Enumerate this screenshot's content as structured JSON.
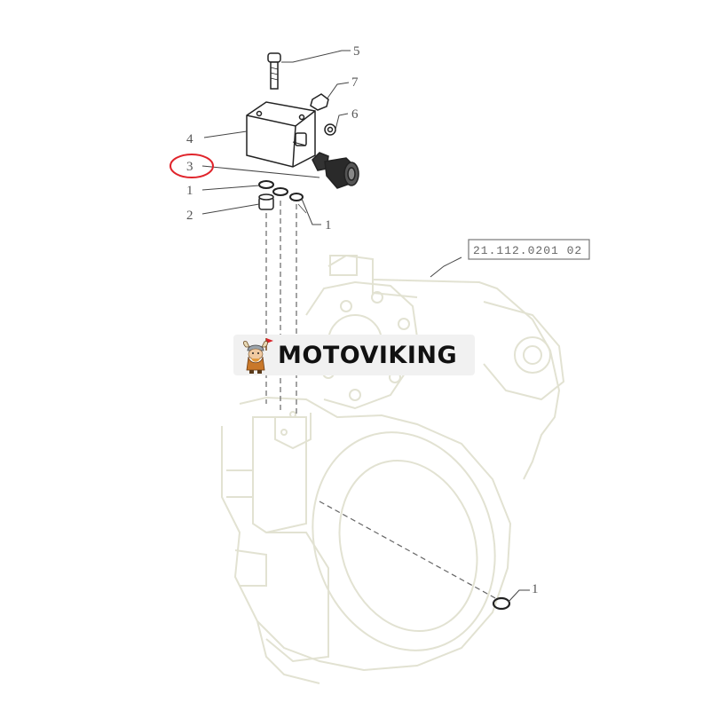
{
  "diagram": {
    "reference_code": "21.112.0201 02",
    "callouts": {
      "c5": "5",
      "c7": "7",
      "c6": "6",
      "c4": "4",
      "c3": "3",
      "c1a": "1",
      "c2": "2",
      "c1b": "1",
      "c1c": "1"
    },
    "highlighted_callout": "3",
    "highlight_color": "#e0242b"
  },
  "watermark": {
    "brand": "MOTOVIKING",
    "logo_icon": "viking-mascot-icon"
  }
}
